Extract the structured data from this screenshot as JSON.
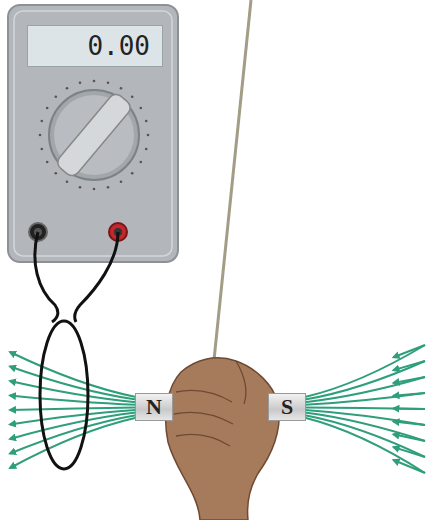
{
  "diagram": {
    "nodes": [
      {
        "text": [
          "0.00"
        ]
      },
      {
        "text": [
          "N"
        ]
      },
      {
        "text": [
          "S"
        ]
      }
    ]
  }
}
